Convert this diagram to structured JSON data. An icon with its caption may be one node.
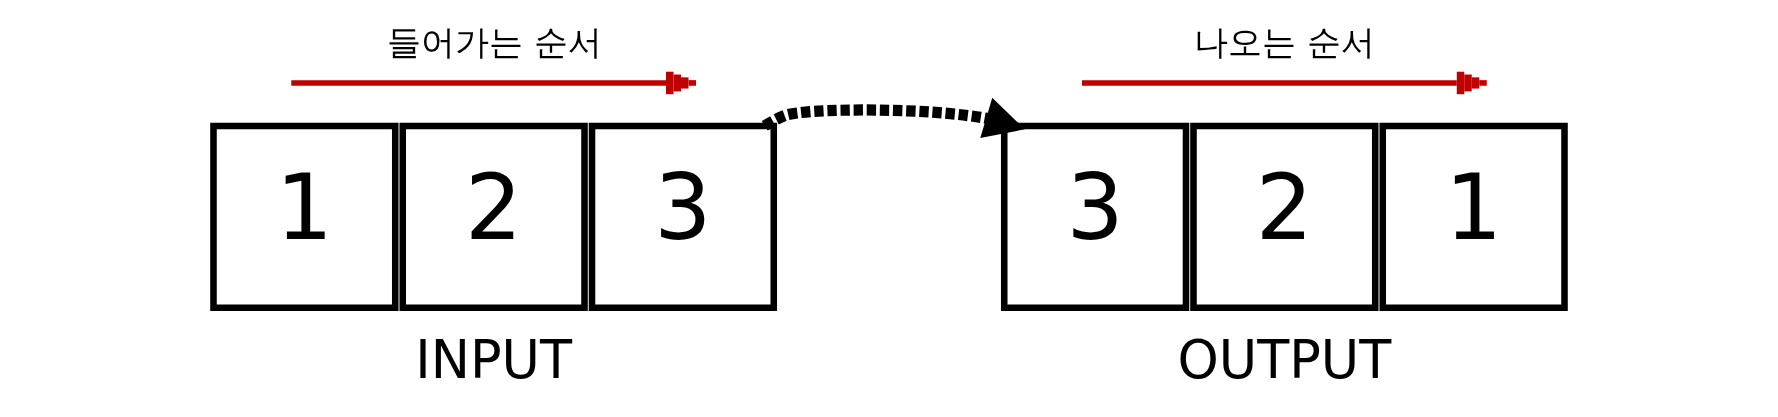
{
  "diagram": {
    "nodes": [
      {
        "text": [
          "1"
        ]
      },
      {
        "text": [
          "2"
        ]
      },
      {
        "text": [
          "3"
        ]
      },
      {
        "text": [
          "3"
        ]
      },
      {
        "text": [
          "2"
        ]
      },
      {
        "text": [
          "1"
        ]
      }
    ],
    "edges": [
      {
        "from": 2,
        "to": 3,
        "arrow": "to",
        "style": "dashed"
      }
    ],
    "labels": [
      "들어가는 순서",
      "INPUT",
      "나오는 순서",
      "OUTPUT"
    ]
  }
}
